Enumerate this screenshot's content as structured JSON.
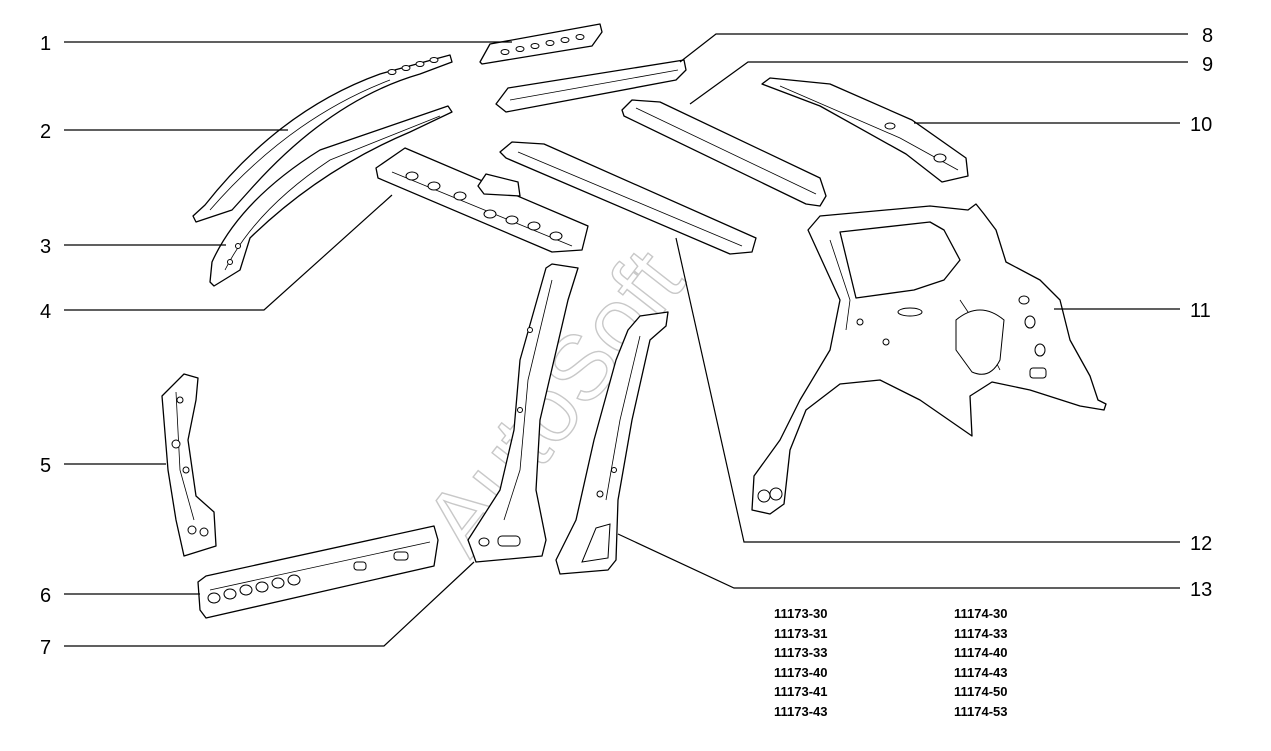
{
  "callouts": [
    "1",
    "2",
    "3",
    "4",
    "5",
    "6",
    "7",
    "8",
    "9",
    "10",
    "11",
    "12",
    "13"
  ],
  "watermark": "AutoSoft",
  "codes": {
    "left": [
      "11173-30",
      "11173-31",
      "11173-33",
      "11173-40",
      "11173-41",
      "11173-43"
    ],
    "right": [
      "11174-30",
      "11174-33",
      "11174-40",
      "11174-43",
      "11174-50",
      "11174-53"
    ]
  }
}
